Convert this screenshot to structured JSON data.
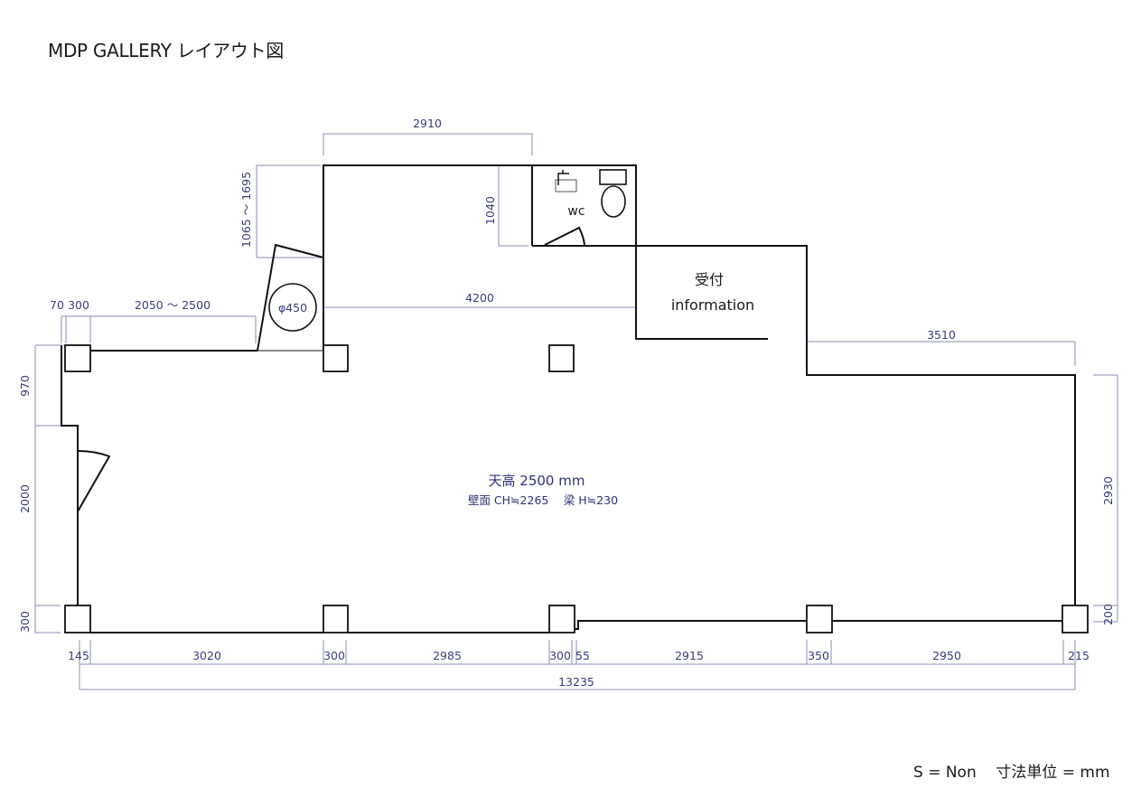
{
  "title": "MDP GALLERY レイアウト図",
  "rooms": {
    "wc": "wc",
    "reception_jp": "受付",
    "reception_en": "information"
  },
  "column_round": "φ450",
  "ceiling": {
    "height": "天高 2500 mm",
    "details": "壁面 CH≒2265　 梁 H≒230"
  },
  "dimensions": {
    "top_2910": "2910",
    "entry_1065_1695": "1065 ～ 1695",
    "wc_1040": "1040",
    "left_70": "70",
    "left_300": "300",
    "span_2050_2500": "2050 ～ 2500",
    "span_4200": "4200",
    "right_3510": "3510",
    "left_970": "970",
    "left_2000": "2000",
    "left_300_bottom": "300",
    "right_2930": "2930",
    "right_200": "200",
    "bottom": [
      "145",
      "3020",
      "300",
      "2985",
      "300",
      "55",
      "2915",
      "350",
      "2950",
      "215"
    ],
    "total": "13235"
  },
  "footer": {
    "scale": "S = Non",
    "units": "寸法単位 = mm"
  },
  "colors": {
    "wall": "#111111",
    "dimension": "#8a8db5",
    "dimension_text": "#3a3d7a"
  }
}
